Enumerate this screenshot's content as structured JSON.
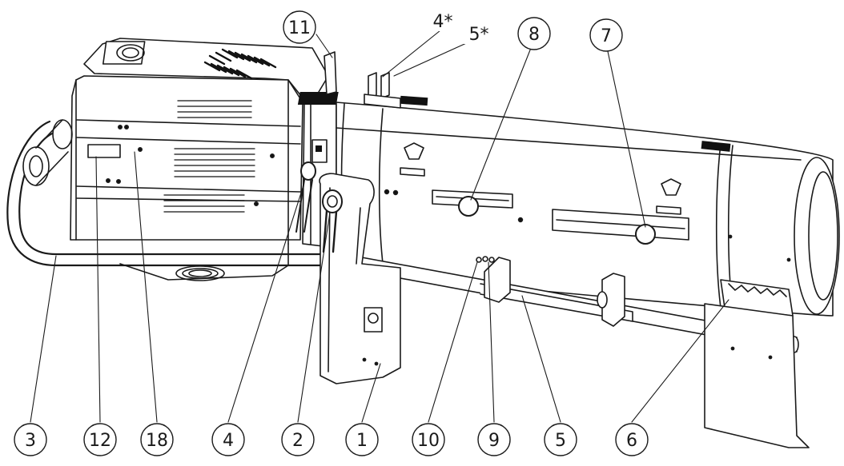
{
  "colors": {
    "line": "#1a1a1a",
    "fill": "#ffffff",
    "vent": "#111111",
    "shade": "#d9d9d9"
  },
  "callouts": [
    {
      "id": "11",
      "label": "11"
    },
    {
      "id": "4s",
      "label": "4*"
    },
    {
      "id": "5s",
      "label": "5*"
    },
    {
      "id": "8",
      "label": "8"
    },
    {
      "id": "7",
      "label": "7"
    },
    {
      "id": "3",
      "label": "3"
    },
    {
      "id": "12",
      "label": "12"
    },
    {
      "id": "18",
      "label": "18"
    },
    {
      "id": "4",
      "label": "4"
    },
    {
      "id": "2",
      "label": "2"
    },
    {
      "id": "1",
      "label": "1"
    },
    {
      "id": "10",
      "label": "10"
    },
    {
      "id": "9",
      "label": "9"
    },
    {
      "id": "5",
      "label": "5"
    },
    {
      "id": "6",
      "label": "6"
    }
  ]
}
